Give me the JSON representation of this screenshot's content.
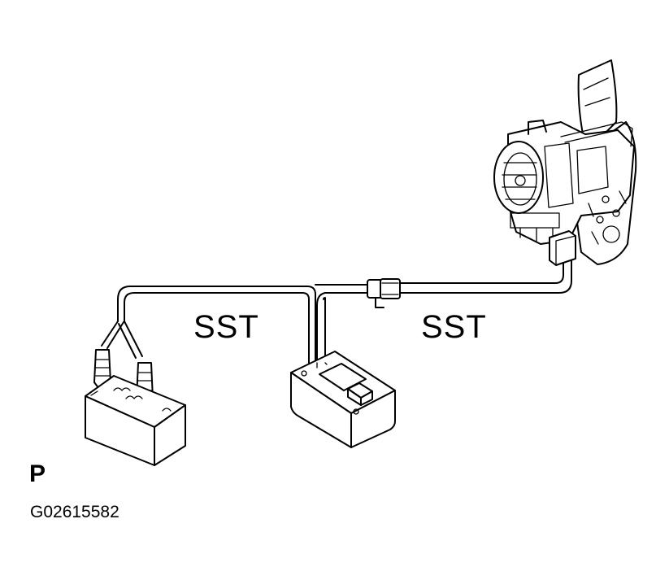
{
  "labels": {
    "sst_left": "SST",
    "sst_right": "SST",
    "corner_mark": "P",
    "figure_id": "G02615582"
  },
  "colors": {
    "ink": "#000000",
    "paper": "#ffffff"
  },
  "icons": {
    "battery": "battery-icon",
    "switch_box": "switch-box-icon",
    "motor": "power-window-regulator-motor-icon",
    "connector": "wire-connector-icon"
  }
}
